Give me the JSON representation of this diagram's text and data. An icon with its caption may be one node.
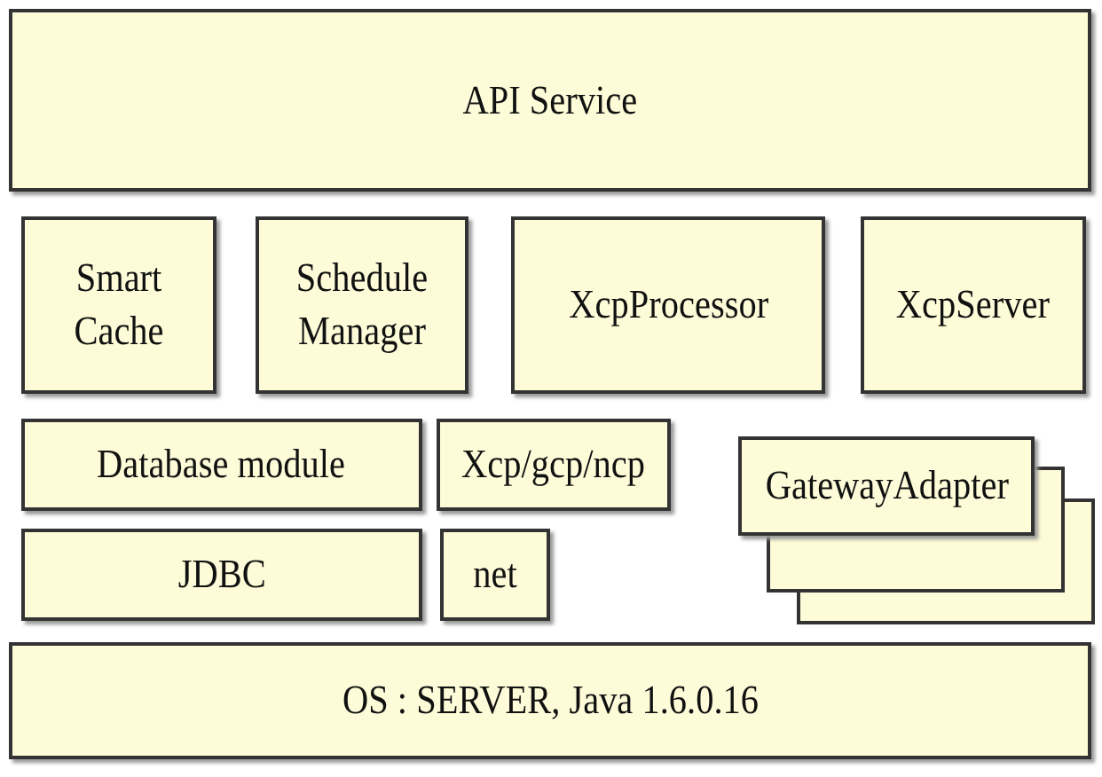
{
  "diagram": {
    "nodes": [
      {
        "text": [
          "API Service"
        ]
      },
      {
        "text": [
          "Smart Cache"
        ]
      },
      {
        "text": [
          "Schedule Manager"
        ]
      },
      {
        "text": [
          "XcpProcessor"
        ]
      },
      {
        "text": [
          "XcpServer"
        ]
      },
      {
        "text": [
          "Database module"
        ]
      },
      {
        "text": [
          "Xcp/gcp/ncp"
        ]
      },
      {
        "text": [
          "GatewayAdapter"
        ]
      },
      {
        "text": [
          "JDBC"
        ]
      },
      {
        "text": [
          "net"
        ]
      },
      {
        "text": [
          "OS : SERVER, Java 1.6.0.16"
        ]
      }
    ]
  }
}
